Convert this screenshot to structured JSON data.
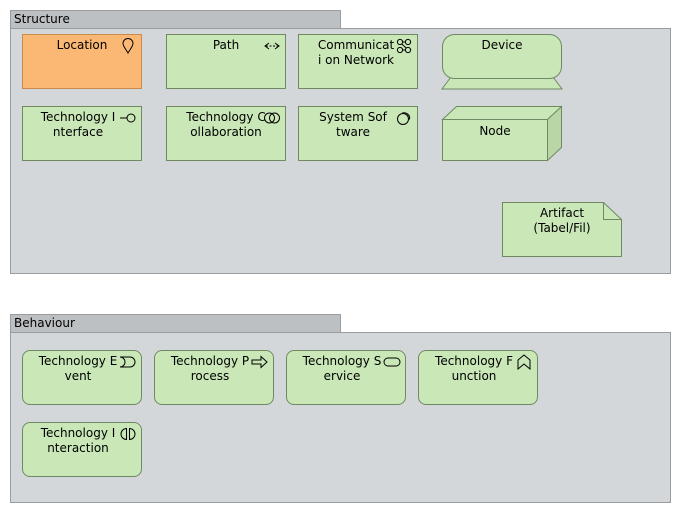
{
  "groups": {
    "structure": {
      "title": "Structure"
    },
    "behaviour": {
      "title": "Behaviour"
    }
  },
  "structure_elements": {
    "location": {
      "label": "Location",
      "icon": "location-pin-icon"
    },
    "path": {
      "label": "Path",
      "icon": "path-arrows-icon"
    },
    "communication_network": {
      "label": "Communicati on Network",
      "icon": "network-icon"
    },
    "device": {
      "label": "Device",
      "icon": "device-shape"
    },
    "technology_interface": {
      "label": "Technology Interface",
      "icon": "interface-lollipop-icon"
    },
    "technology_collaboration": {
      "label": "Technology Collaboration",
      "icon": "collaboration-circles-icon"
    },
    "system_software": {
      "label": "System Software",
      "icon": "system-software-icon"
    },
    "node": {
      "label": "Node",
      "icon": "node-box-shape"
    },
    "artifact": {
      "label": "Artifact (Tabel/Fil)",
      "icon": "artifact-folded-shape"
    }
  },
  "behaviour_elements": {
    "technology_event": {
      "label": "Technology Event",
      "icon": "event-icon"
    },
    "technology_process": {
      "label": "Technology Process",
      "icon": "process-arrow-icon"
    },
    "technology_service": {
      "label": "Technology Service",
      "icon": "service-pill-icon"
    },
    "technology_function": {
      "label": "Technology Function",
      "icon": "function-chevron-icon"
    },
    "technology_interaction": {
      "label": "Technology Interaction",
      "icon": "interaction-icon"
    }
  },
  "colors": {
    "technology_fill": "#c9e7b7",
    "location_fill": "#fbb875",
    "group_fill": "#d4d7da",
    "group_tab_fill": "#bdc0c3"
  }
}
